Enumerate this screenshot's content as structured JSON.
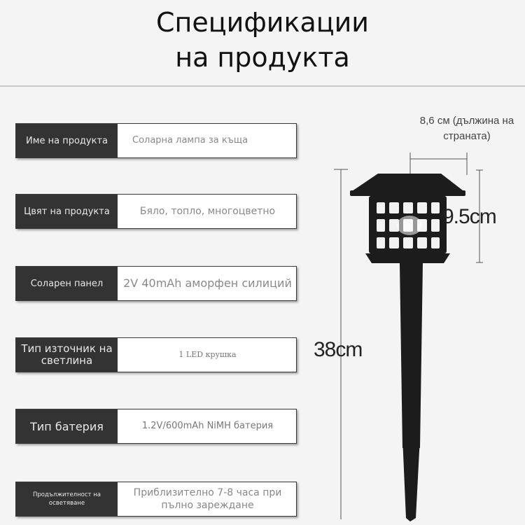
{
  "header": {
    "title_line1": "Спецификации",
    "title_line2": "на продукта"
  },
  "specs": [
    {
      "label": "Име на продукта",
      "value": "Соларна лампа за къща"
    },
    {
      "label": "Цвят на продукта",
      "value": "Бяло, топло, многоцветно"
    },
    {
      "label": "Соларен панел",
      "value": "2V 40mAh аморфен силиций"
    },
    {
      "label": "Тип източник на светлина",
      "value": "1 LED крушка"
    },
    {
      "label": "Тип батерия",
      "value": "1.2V/600mAh NiMH батерия"
    },
    {
      "label": "Продължителност на осветяване",
      "value": "Приблизително 7-8 часа при пълно зареждане"
    }
  ],
  "dimensions": {
    "side_width": "8,6 см (дължина на страната)",
    "head_height": "9.5cm",
    "total_height": "38cm"
  },
  "colors": {
    "label_bg": "#333333",
    "lamp": "#1c1c1c"
  }
}
